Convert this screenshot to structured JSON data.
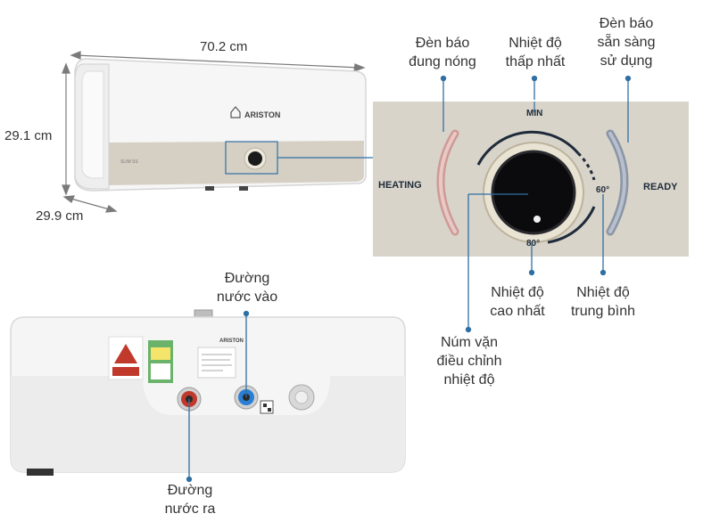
{
  "dimensions": {
    "width": "70.2 cm",
    "height": "29.1 cm",
    "depth": "29.9 cm"
  },
  "brand": "ARISTON",
  "model": "SLIM SS",
  "panel": {
    "heating": "HEATING",
    "ready": "READY",
    "min": "MIN",
    "mid_temp": "60°",
    "max_temp": "80°"
  },
  "callouts": {
    "heating_light": [
      "Đèn báo",
      "đung nóng"
    ],
    "min_temp": [
      "Nhiệt độ",
      "thấp nhất"
    ],
    "ready_light": [
      "Đèn báo",
      "sẵn sàng",
      "sử dụng"
    ],
    "max_temp": [
      "Nhiệt độ",
      "cao nhất"
    ],
    "mid_temp": [
      "Nhiệt độ",
      "trung bình"
    ],
    "knob": [
      "Núm vặn",
      "điều chỉnh",
      "nhiệt độ"
    ],
    "water_in": [
      "Đường",
      "nước vào"
    ],
    "water_out": [
      "Đường",
      "nước ra"
    ]
  },
  "colors": {
    "panel_bg": "#d9d5cc",
    "body_white": "#f4f4f4",
    "line_blue": "#2f6fa3",
    "heating_red": "#c0392b",
    "inlet_blue": "#2a7fd4"
  }
}
